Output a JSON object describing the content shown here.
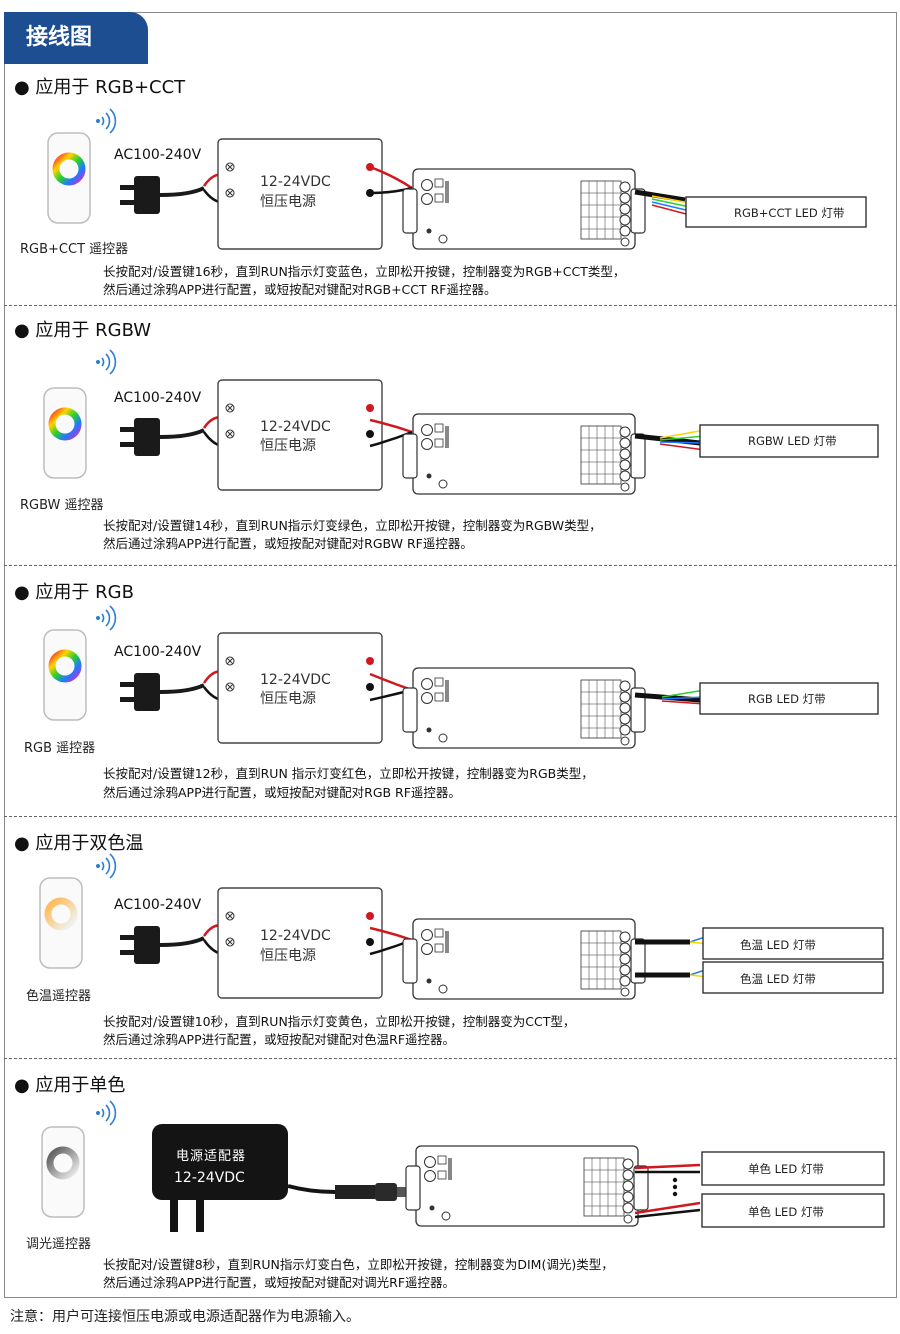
{
  "header": {
    "title": "接线图"
  },
  "sections": [
    {
      "title": "● 应用于 RGB+CCT",
      "remote_label": "RGB+CCT 遥控器",
      "ac_label": "AC100-240V",
      "psu_line1": "12-24VDC",
      "psu_line2": "恒压电源",
      "strip_label": "RGB+CCT LED 灯带",
      "desc1": "长按配对/设置键16秒，直到RUN指示灯变蓝色，立即松开按键，控制器变为RGB+CCT类型，",
      "desc2": "然后通过涂鸦APP进行配置，或短按配对键配对RGB+CCT RF遥控器。"
    },
    {
      "title": "● 应用于 RGBW",
      "remote_label": "RGBW 遥控器",
      "ac_label": "AC100-240V",
      "psu_line1": "12-24VDC",
      "psu_line2": "恒压电源",
      "strip_label": "RGBW LED 灯带",
      "desc1": "长按配对/设置键14秒，直到RUN指示灯变绿色，立即松开按键，控制器变为RGBW类型，",
      "desc2": "然后通过涂鸦APP进行配置，或短按配对键配对RGBW RF遥控器。"
    },
    {
      "title": "● 应用于 RGB",
      "remote_label": "RGB 遥控器",
      "ac_label": "AC100-240V",
      "psu_line1": "12-24VDC",
      "psu_line2": "恒压电源",
      "strip_label": "RGB LED 灯带",
      "desc1": "长按配对/设置键12秒，直到RUN 指示灯变红色，立即松开按键，控制器变为RGB类型，",
      "desc2": "然后通过涂鸦APP进行配置，或短按配对键配对RGB RF遥控器。"
    },
    {
      "title": "● 应用于双色温",
      "remote_label": "色温遥控器",
      "ac_label": "AC100-240V",
      "psu_line1": "12-24VDC",
      "psu_line2": "恒压电源",
      "strip_label_a": "色温 LED 灯带",
      "strip_label_b": "色温 LED 灯带",
      "desc1": "长按配对/设置键10秒，直到RUN指示灯变黄色，立即松开按键，控制器变为CCT型，",
      "desc2": "然后通过涂鸦APP进行配置，或短按配对键配对色温RF遥控器。"
    },
    {
      "title": "● 应用于单色",
      "remote_label": "调光遥控器",
      "adapter_line1": "电源适配器",
      "adapter_line2": "12-24VDC",
      "strip_label_a": "单色 LED 灯带",
      "strip_label_b": "单色 LED 灯带",
      "desc1": "长按配对/设置键8秒，直到RUN指示灯变白色，立即松开按键，控制器变为DIM(调光)类型，",
      "desc2": "然后通过涂鸦APP进行配置，或短按配对键配对调光RF遥控器。"
    }
  ],
  "footer": {
    "note": "注意：用户可连接恒压电源或电源适配器作为电源输入。"
  },
  "colors": {
    "header_bg": "#1d4e92",
    "wire_red": "#d0181e",
    "wire_black": "#111111"
  }
}
